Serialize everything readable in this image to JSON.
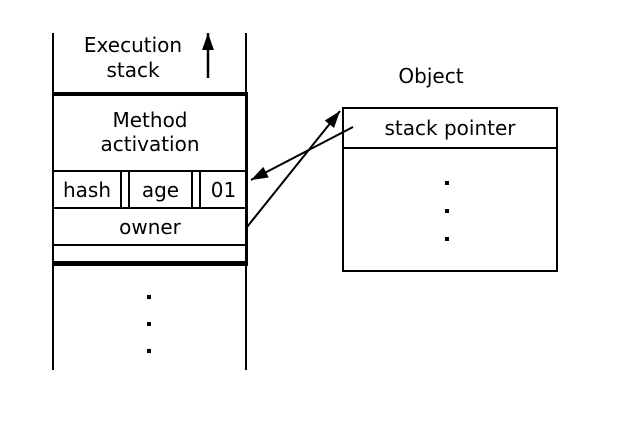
{
  "colors": {
    "ink": "#000000",
    "background": "#ffffff"
  },
  "execution_stack": {
    "title_line1": "Execution",
    "title_line2": "stack",
    "method_activation_line1": "Method",
    "method_activation_line2": "activation",
    "header_fields": [
      "hash",
      "age",
      "01"
    ],
    "owner_label": "owner",
    "ellipsis_dot_count": 3
  },
  "object": {
    "title": "Object",
    "header_field": "stack pointer",
    "ellipsis_dot_count": 3
  }
}
